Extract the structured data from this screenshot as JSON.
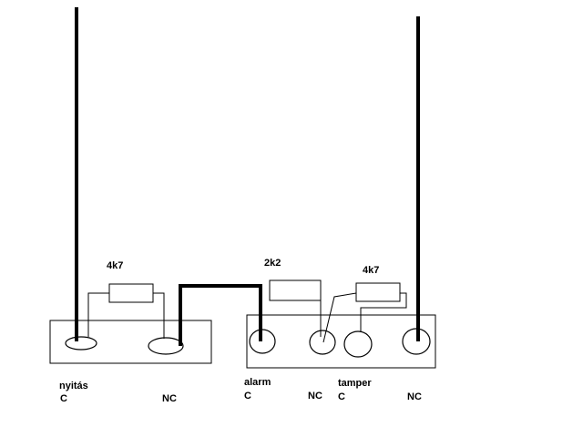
{
  "colors": {
    "background": "#ffffff",
    "ink": "#000000"
  },
  "resistors": {
    "r1": "4k7",
    "r2": "2k2",
    "r3": "4k7"
  },
  "blocks": {
    "left": {
      "name": "nyitás",
      "c": "C",
      "nc": "NC"
    },
    "right": {
      "alarm": "alarm",
      "alarm_c": "C",
      "alarm_nc": "NC",
      "tamper": "tamper",
      "tamper_c": "C",
      "tamper_nc": "NC"
    }
  }
}
